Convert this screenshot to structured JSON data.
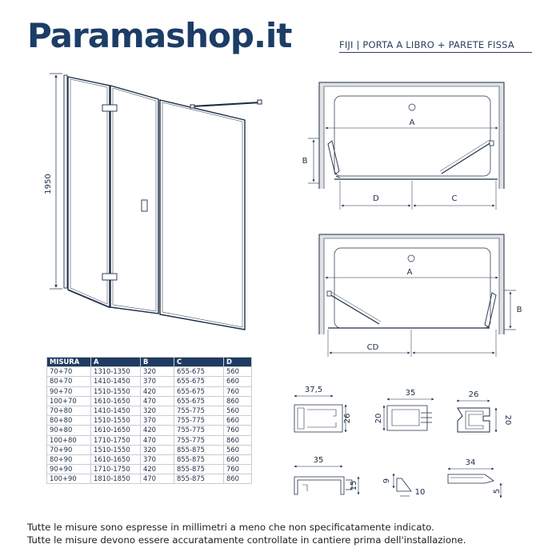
{
  "brand": "Paramashop.it",
  "subtitle": "FIJI | PORTA A LIBRO + PARETE FISSA",
  "front_view": {
    "height_label": "1950"
  },
  "plan_top": {
    "a": "A",
    "b": "B",
    "c": "C",
    "d": "D"
  },
  "plan_bottom": {
    "a": "A",
    "b": "B",
    "cd": "CD"
  },
  "profiles": {
    "p1": {
      "w": "37,5",
      "h": "26"
    },
    "p2": {
      "w": "35",
      "h": "20"
    },
    "p3": {
      "w": "26",
      "h": "20"
    },
    "p4": {
      "w": "35",
      "h": "15"
    },
    "p5": {
      "w": "10",
      "h": "9"
    },
    "p6": {
      "w": "34",
      "h": "5"
    }
  },
  "table": {
    "headers": [
      "MISURA",
      "A",
      "B",
      "C",
      "D"
    ],
    "rows": [
      [
        "70+70",
        "1310-1350",
        "320",
        "655-675",
        "560"
      ],
      [
        "80+70",
        "1410-1450",
        "370",
        "655-675",
        "660"
      ],
      [
        "90+70",
        "1510-1550",
        "420",
        "655-675",
        "760"
      ],
      [
        "100+70",
        "1610-1650",
        "470",
        "655-675",
        "860"
      ],
      [
        "70+80",
        "1410-1450",
        "320",
        "755-775",
        "560"
      ],
      [
        "80+80",
        "1510-1550",
        "370",
        "755-775",
        "660"
      ],
      [
        "90+80",
        "1610-1650",
        "420",
        "755-775",
        "760"
      ],
      [
        "100+80",
        "1710-1750",
        "470",
        "755-775",
        "860"
      ],
      [
        "70+90",
        "1510-1550",
        "320",
        "855-875",
        "560"
      ],
      [
        "80+90",
        "1610-1650",
        "370",
        "855-875",
        "660"
      ],
      [
        "90+90",
        "1710-1750",
        "420",
        "855-875",
        "760"
      ],
      [
        "100+90",
        "1810-1850",
        "470",
        "855-875",
        "860"
      ]
    ]
  },
  "footer": {
    "line1": "Tutte le misure sono espresse in millimetri a meno che non specificatamente indicato.",
    "line2": "Tutte le misure devono essere accuratamente controllate in cantiere prima dell'installazione."
  }
}
